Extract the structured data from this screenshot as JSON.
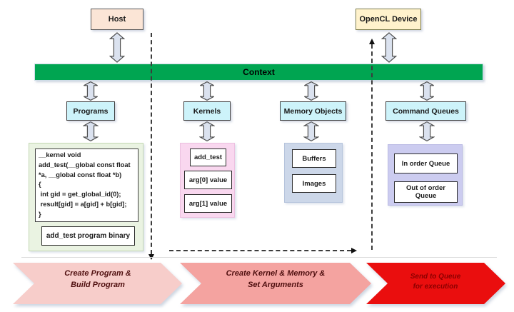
{
  "host": {
    "label": "Host"
  },
  "device": {
    "label": "OpenCL Device"
  },
  "context": {
    "label": "Context"
  },
  "programs": {
    "header": "Programs",
    "code": {
      "line1": "__kernel void",
      "line2": "add_test(__global const float",
      "line3": "*a, __global const float *b)",
      "line4": "{",
      "line5": " int gid = get_global_id(0);",
      "line6": " result[gid] = a[gid] + b[gid];",
      "line7": "}"
    },
    "binary_label": "add_test program binary"
  },
  "kernels": {
    "header": "Kernels",
    "items": [
      "add_test",
      "arg[0] value",
      "arg[1] value"
    ]
  },
  "memory": {
    "header": "Memory Objects",
    "items": [
      "Buffers",
      "Images"
    ]
  },
  "queues": {
    "header": "Command Queues",
    "items": [
      "In order Queue",
      "Out of order Queue"
    ]
  },
  "steps": [
    {
      "line1": "Create Program &",
      "line2": "Build Program",
      "fill": "#f7cdca"
    },
    {
      "line1": "Create Kernel & Memory &",
      "line2": "Set Arguments",
      "fill": "#f4a3a0"
    },
    {
      "line1": "Send to Queue",
      "line2": "for execution",
      "fill": "#ea0e0e"
    }
  ],
  "colors": {
    "context_green": "#00a551",
    "header_cyan": "#cdf3fa",
    "host_peach": "#fbe5d6",
    "device_yellow": "#fff2cc",
    "programs_panel": "#eaf3e2",
    "kernels_panel": "#f9d7ef",
    "memory_panel": "#ccd7e9",
    "queues_panel": "#ccccf0",
    "step_text": "#4f0f0f"
  }
}
